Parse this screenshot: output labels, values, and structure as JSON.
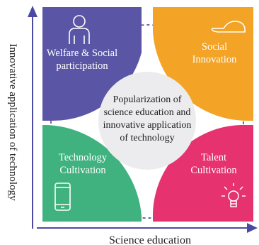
{
  "axes": {
    "y_label": "Innovative application of technology",
    "x_label": "Science education"
  },
  "center": {
    "lines": [
      "Popularization of",
      "science education and",
      "innovative application",
      "of technology"
    ]
  },
  "quadrants": [
    {
      "id": "welfare",
      "lines": [
        "Welfare & Social",
        "participation"
      ],
      "color": "#5b55a6",
      "icon": "person-icon"
    },
    {
      "id": "social",
      "lines": [
        "Social",
        "Innovation"
      ],
      "color": "#f3a326",
      "icon": "cap-icon"
    },
    {
      "id": "technology",
      "lines": [
        "Technology",
        "Cultivation"
      ],
      "color": "#3fb27f",
      "icon": "smartphone-icon"
    },
    {
      "id": "talent",
      "lines": [
        "Talent",
        "Cultivation"
      ],
      "color": "#e6326e",
      "icon": "lightbulb-icon"
    }
  ],
  "colors": {
    "axis": "#4a4aa5",
    "circle": "#ececee",
    "dashed_ring": "#3a3a8c",
    "text_dark": "#1f1f1f"
  }
}
